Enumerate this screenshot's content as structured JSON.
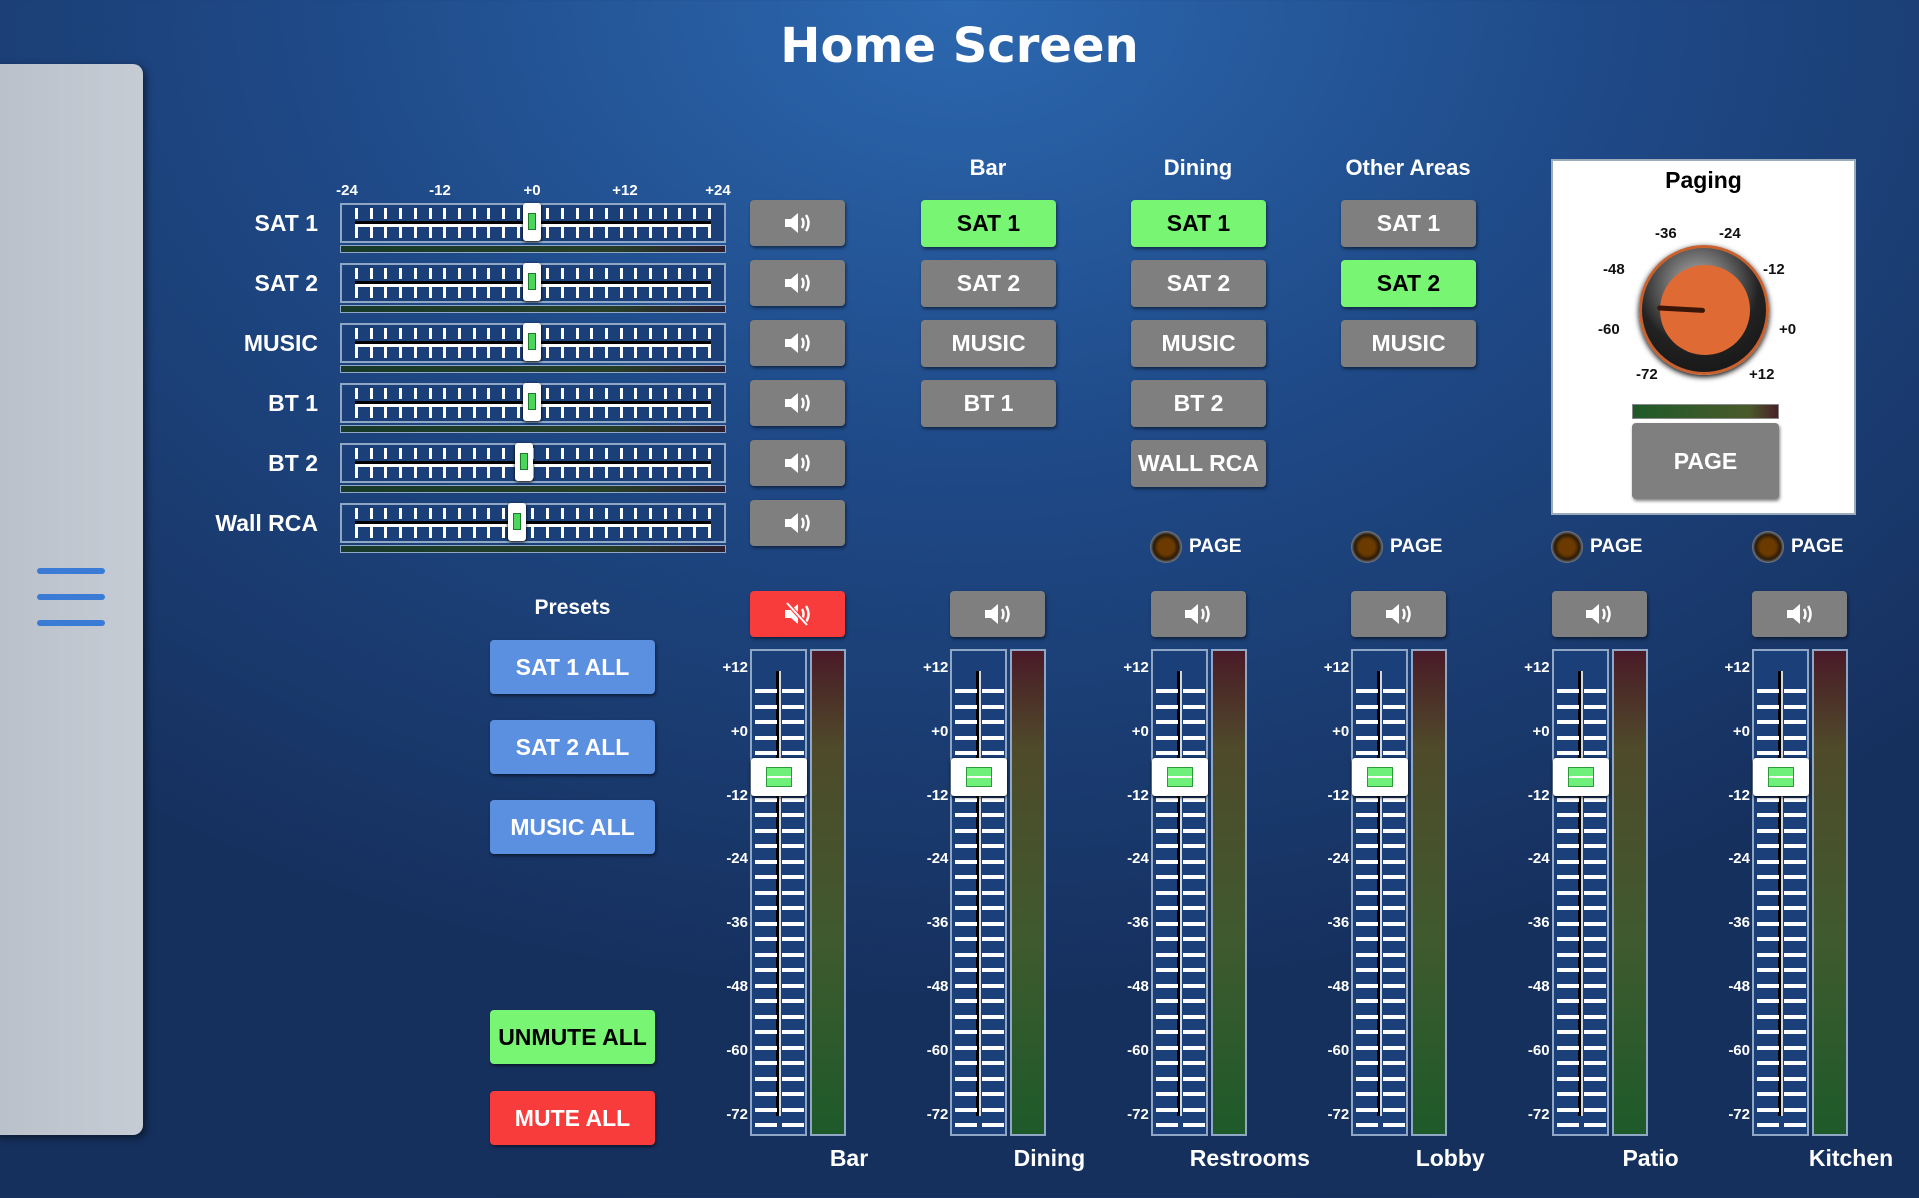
{
  "title": "Home Screen",
  "sources": [
    {
      "label": "SAT 1",
      "level_db": 0,
      "muted": false
    },
    {
      "label": "SAT 2",
      "level_db": 0,
      "muted": false
    },
    {
      "label": "MUSIC",
      "level_db": 0,
      "muted": false
    },
    {
      "label": "BT 1",
      "level_db": 0,
      "muted": false
    },
    {
      "label": "BT 2",
      "level_db": -1,
      "muted": false
    },
    {
      "label": "Wall RCA",
      "level_db": -2,
      "muted": false
    }
  ],
  "source_scale": [
    "-24",
    "-12",
    "+0",
    "+12",
    "+24"
  ],
  "source_routing": [
    {
      "header": "Bar",
      "buttons": [
        {
          "label": "SAT 1",
          "active": true
        },
        {
          "label": "SAT 2",
          "active": false
        },
        {
          "label": "MUSIC",
          "active": false
        },
        {
          "label": "BT 1",
          "active": false
        }
      ]
    },
    {
      "header": "Dining",
      "buttons": [
        {
          "label": "SAT 1",
          "active": true
        },
        {
          "label": "SAT 2",
          "active": false
        },
        {
          "label": "MUSIC",
          "active": false
        },
        {
          "label": "BT 2",
          "active": false
        },
        {
          "label": "WALL RCA",
          "active": false
        }
      ]
    },
    {
      "header": "Other Areas",
      "buttons": [
        {
          "label": "SAT 1",
          "active": false
        },
        {
          "label": "SAT 2",
          "active": true
        },
        {
          "label": "MUSIC",
          "active": false
        }
      ]
    }
  ],
  "paging": {
    "title": "Paging",
    "knob_labels": [
      "-72",
      "-60",
      "-48",
      "-36",
      "-24",
      "-12",
      "+0",
      "+12"
    ],
    "knob_value_db": -57,
    "button": "PAGE"
  },
  "page_indicators": [
    "PAGE",
    "PAGE",
    "PAGE",
    "PAGE"
  ],
  "presets": {
    "label": "Presets",
    "buttons": [
      "SAT 1 ALL",
      "SAT 2 ALL",
      "MUSIC ALL"
    ],
    "unmute_all": "UNMUTE ALL",
    "mute_all": "MUTE ALL"
  },
  "fader_scale": [
    "+12",
    "+0",
    "-12",
    "-24",
    "-36",
    "-48",
    "-60",
    "-72"
  ],
  "zones": [
    {
      "name": "Bar",
      "level_db": 0,
      "muted": true
    },
    {
      "name": "Dining",
      "level_db": 0,
      "muted": false
    },
    {
      "name": "Restrooms",
      "level_db": 0,
      "muted": false
    },
    {
      "name": "Lobby",
      "level_db": 0,
      "muted": false
    },
    {
      "name": "Patio",
      "level_db": 0,
      "muted": false
    },
    {
      "name": "Kitchen",
      "level_db": 0,
      "muted": false
    }
  ],
  "colors": {
    "active": "#78f572",
    "inactive": "#7f7f7f",
    "mute": "#f83b3b",
    "preset": "#5b8fe0"
  }
}
